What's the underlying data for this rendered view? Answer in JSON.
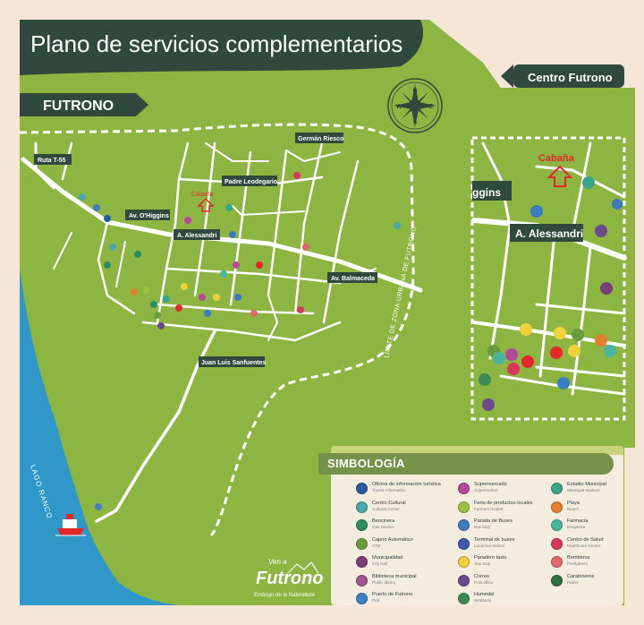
{
  "title": "Plano de servicios complementarios",
  "district_label": "FUTRONO",
  "inset_label": "Centro Futrono",
  "compass": {
    "n": "N",
    "s": "S",
    "e": "E",
    "w": "W"
  },
  "main_map": {
    "streets": {
      "ruta": "Ruta T-55",
      "ohiggins": "Av. O'Higgins",
      "leodegario": "Padre Leodegario",
      "riesco": "Germán Riesco",
      "alessandri": "A. Alessandri",
      "balmaceda": "Av. Balmaceda",
      "sanfuentes": "Juan Luis Sanfuentes"
    },
    "cabana": "Cabaña",
    "urban_limit": "LÍMITE DE ZONA URBANA DE FUTRONO",
    "lake": "LAGO RANCO"
  },
  "inset_map": {
    "street_ohiggins": "ggins",
    "street_alessandri": "A. Alessandri",
    "cabana": "Cabaña"
  },
  "brand": {
    "line1": "Ven a",
    "line2": "Futrono",
    "line3": "Embrujo de la Naturaleza"
  },
  "colors": {
    "map_green": "#8db542",
    "dark_green": "#2f4a3d",
    "water": "#2f98c8",
    "cream": "#f6e6d7",
    "accent_red": "#e3272b",
    "legend_green": "#76924a"
  },
  "legend": {
    "title": "SIMBOLOGÍA",
    "items": [
      {
        "name": "Oficina de información turística",
        "sub": "Tourist Information",
        "color": "#2a5a9c",
        "icon": "info-icon"
      },
      {
        "name": "Centro Cultural",
        "sub": "Cultural Center",
        "color": "#4aa7a8",
        "icon": "culture-icon"
      },
      {
        "name": "Bencinera",
        "sub": "Gas Station",
        "color": "#2c8c5a",
        "icon": "gas-station-icon"
      },
      {
        "name": "Cajero Automático",
        "sub": "ATM",
        "color": "#6a9c3c",
        "icon": "atm-icon"
      },
      {
        "name": "Municipalidad",
        "sub": "City Hall",
        "color": "#7a3d78",
        "icon": "city-hall-icon"
      },
      {
        "name": "Biblioteca municipal",
        "sub": "Public library",
        "color": "#a0558f",
        "icon": "library-icon"
      },
      {
        "name": "Puerto de Futrono",
        "sub": "Port",
        "color": "#3a7fc4",
        "icon": "port-icon"
      },
      {
        "name": "Supermercado",
        "sub": "Supermarket",
        "color": "#b5479c",
        "icon": "supermarket-icon"
      },
      {
        "name": "Feria de productos locales",
        "sub": "Farmers market",
        "color": "#9cc23c",
        "icon": "market-icon"
      },
      {
        "name": "Parada de Buses",
        "sub": "Bus stop",
        "color": "#3d7bc0",
        "icon": "bus-stop-icon"
      },
      {
        "name": "Terminal de buses",
        "sub": "Local bus station",
        "color": "#3c58a8",
        "icon": "bus-terminal-icon"
      },
      {
        "name": "Paradero taxis",
        "sub": "Taxi stop",
        "color": "#f2d23a",
        "icon": "taxi-icon"
      },
      {
        "name": "Correo",
        "sub": "Post office",
        "color": "#6b4a8c",
        "icon": "mail-icon"
      },
      {
        "name": "Humedal",
        "sub": "Wetlands",
        "color": "#3d8a55",
        "icon": "wetland-icon"
      },
      {
        "name": "Estadio Municipal",
        "sub": "Municipal stadium",
        "color": "#3aa48a",
        "icon": "stadium-icon"
      },
      {
        "name": "Playa",
        "sub": "Beach",
        "color": "#e37f2e",
        "icon": "beach-icon"
      },
      {
        "name": "Farmacia",
        "sub": "Drugstore",
        "color": "#46b59c",
        "icon": "pharmacy-icon"
      },
      {
        "name": "Centro de Salud",
        "sub": "Healthcare Center",
        "color": "#d8385a",
        "icon": "health-icon"
      },
      {
        "name": "Bomberos",
        "sub": "Firefighters",
        "color": "#e2686c",
        "icon": "firefighters-icon"
      },
      {
        "name": "Carabineros",
        "sub": "Police",
        "color": "#2f6f43",
        "icon": "police-icon"
      }
    ]
  }
}
